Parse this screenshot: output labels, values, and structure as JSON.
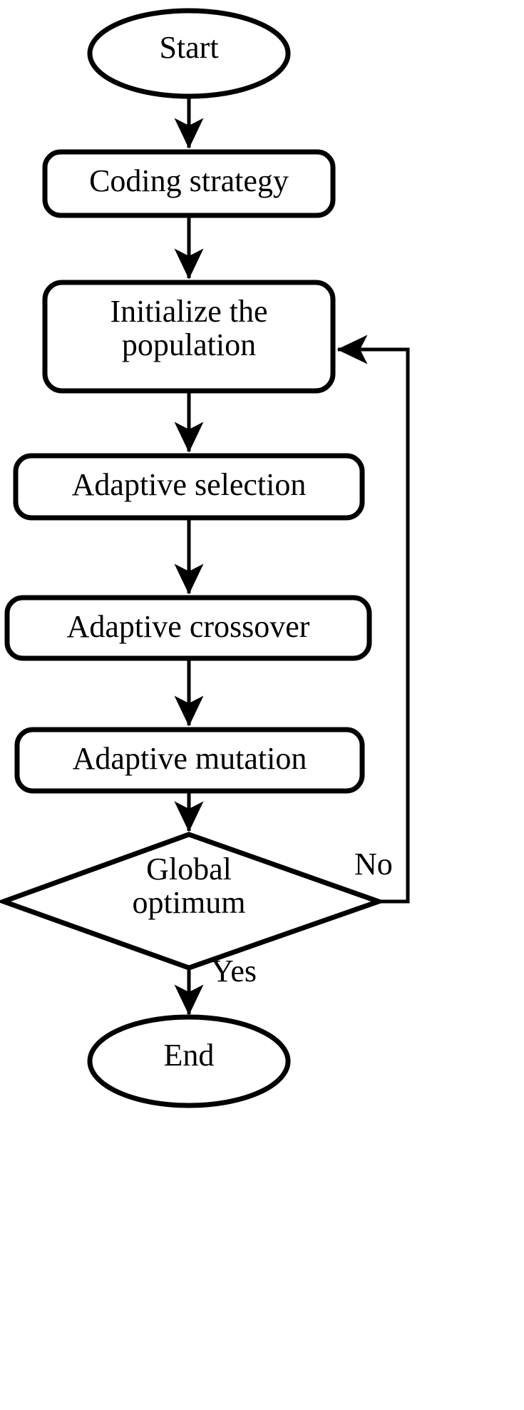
{
  "diagram": {
    "type": "flowchart",
    "title": "Adaptive genetic algorithm flowchart",
    "orientation": "top-to-bottom",
    "stroke_color": "#000000",
    "fill_color": "#ffffff",
    "nodes": [
      {
        "id": "start",
        "shape": "ellipse",
        "label": "Start"
      },
      {
        "id": "coding",
        "shape": "rounded-rect",
        "label": "Coding strategy"
      },
      {
        "id": "initialize",
        "shape": "rounded-rect",
        "label": "Initialize the\npopulation"
      },
      {
        "id": "selection",
        "shape": "rounded-rect",
        "label": "Adaptive selection"
      },
      {
        "id": "crossover",
        "shape": "rounded-rect",
        "label": "Adaptive crossover"
      },
      {
        "id": "mutation",
        "shape": "rounded-rect",
        "label": "Adaptive mutation"
      },
      {
        "id": "decision",
        "shape": "diamond",
        "label": "Global\noptimum"
      },
      {
        "id": "end",
        "shape": "ellipse",
        "label": "End"
      }
    ],
    "edges": [
      {
        "from": "start",
        "to": "coding",
        "label": ""
      },
      {
        "from": "coding",
        "to": "initialize",
        "label": ""
      },
      {
        "from": "initialize",
        "to": "selection",
        "label": ""
      },
      {
        "from": "selection",
        "to": "crossover",
        "label": ""
      },
      {
        "from": "crossover",
        "to": "mutation",
        "label": ""
      },
      {
        "from": "mutation",
        "to": "decision",
        "label": ""
      },
      {
        "from": "decision",
        "to": "initialize",
        "label": "No"
      },
      {
        "from": "decision",
        "to": "end",
        "label": "Yes"
      }
    ],
    "edge_labels": {
      "no": "No",
      "yes": "Yes"
    }
  }
}
